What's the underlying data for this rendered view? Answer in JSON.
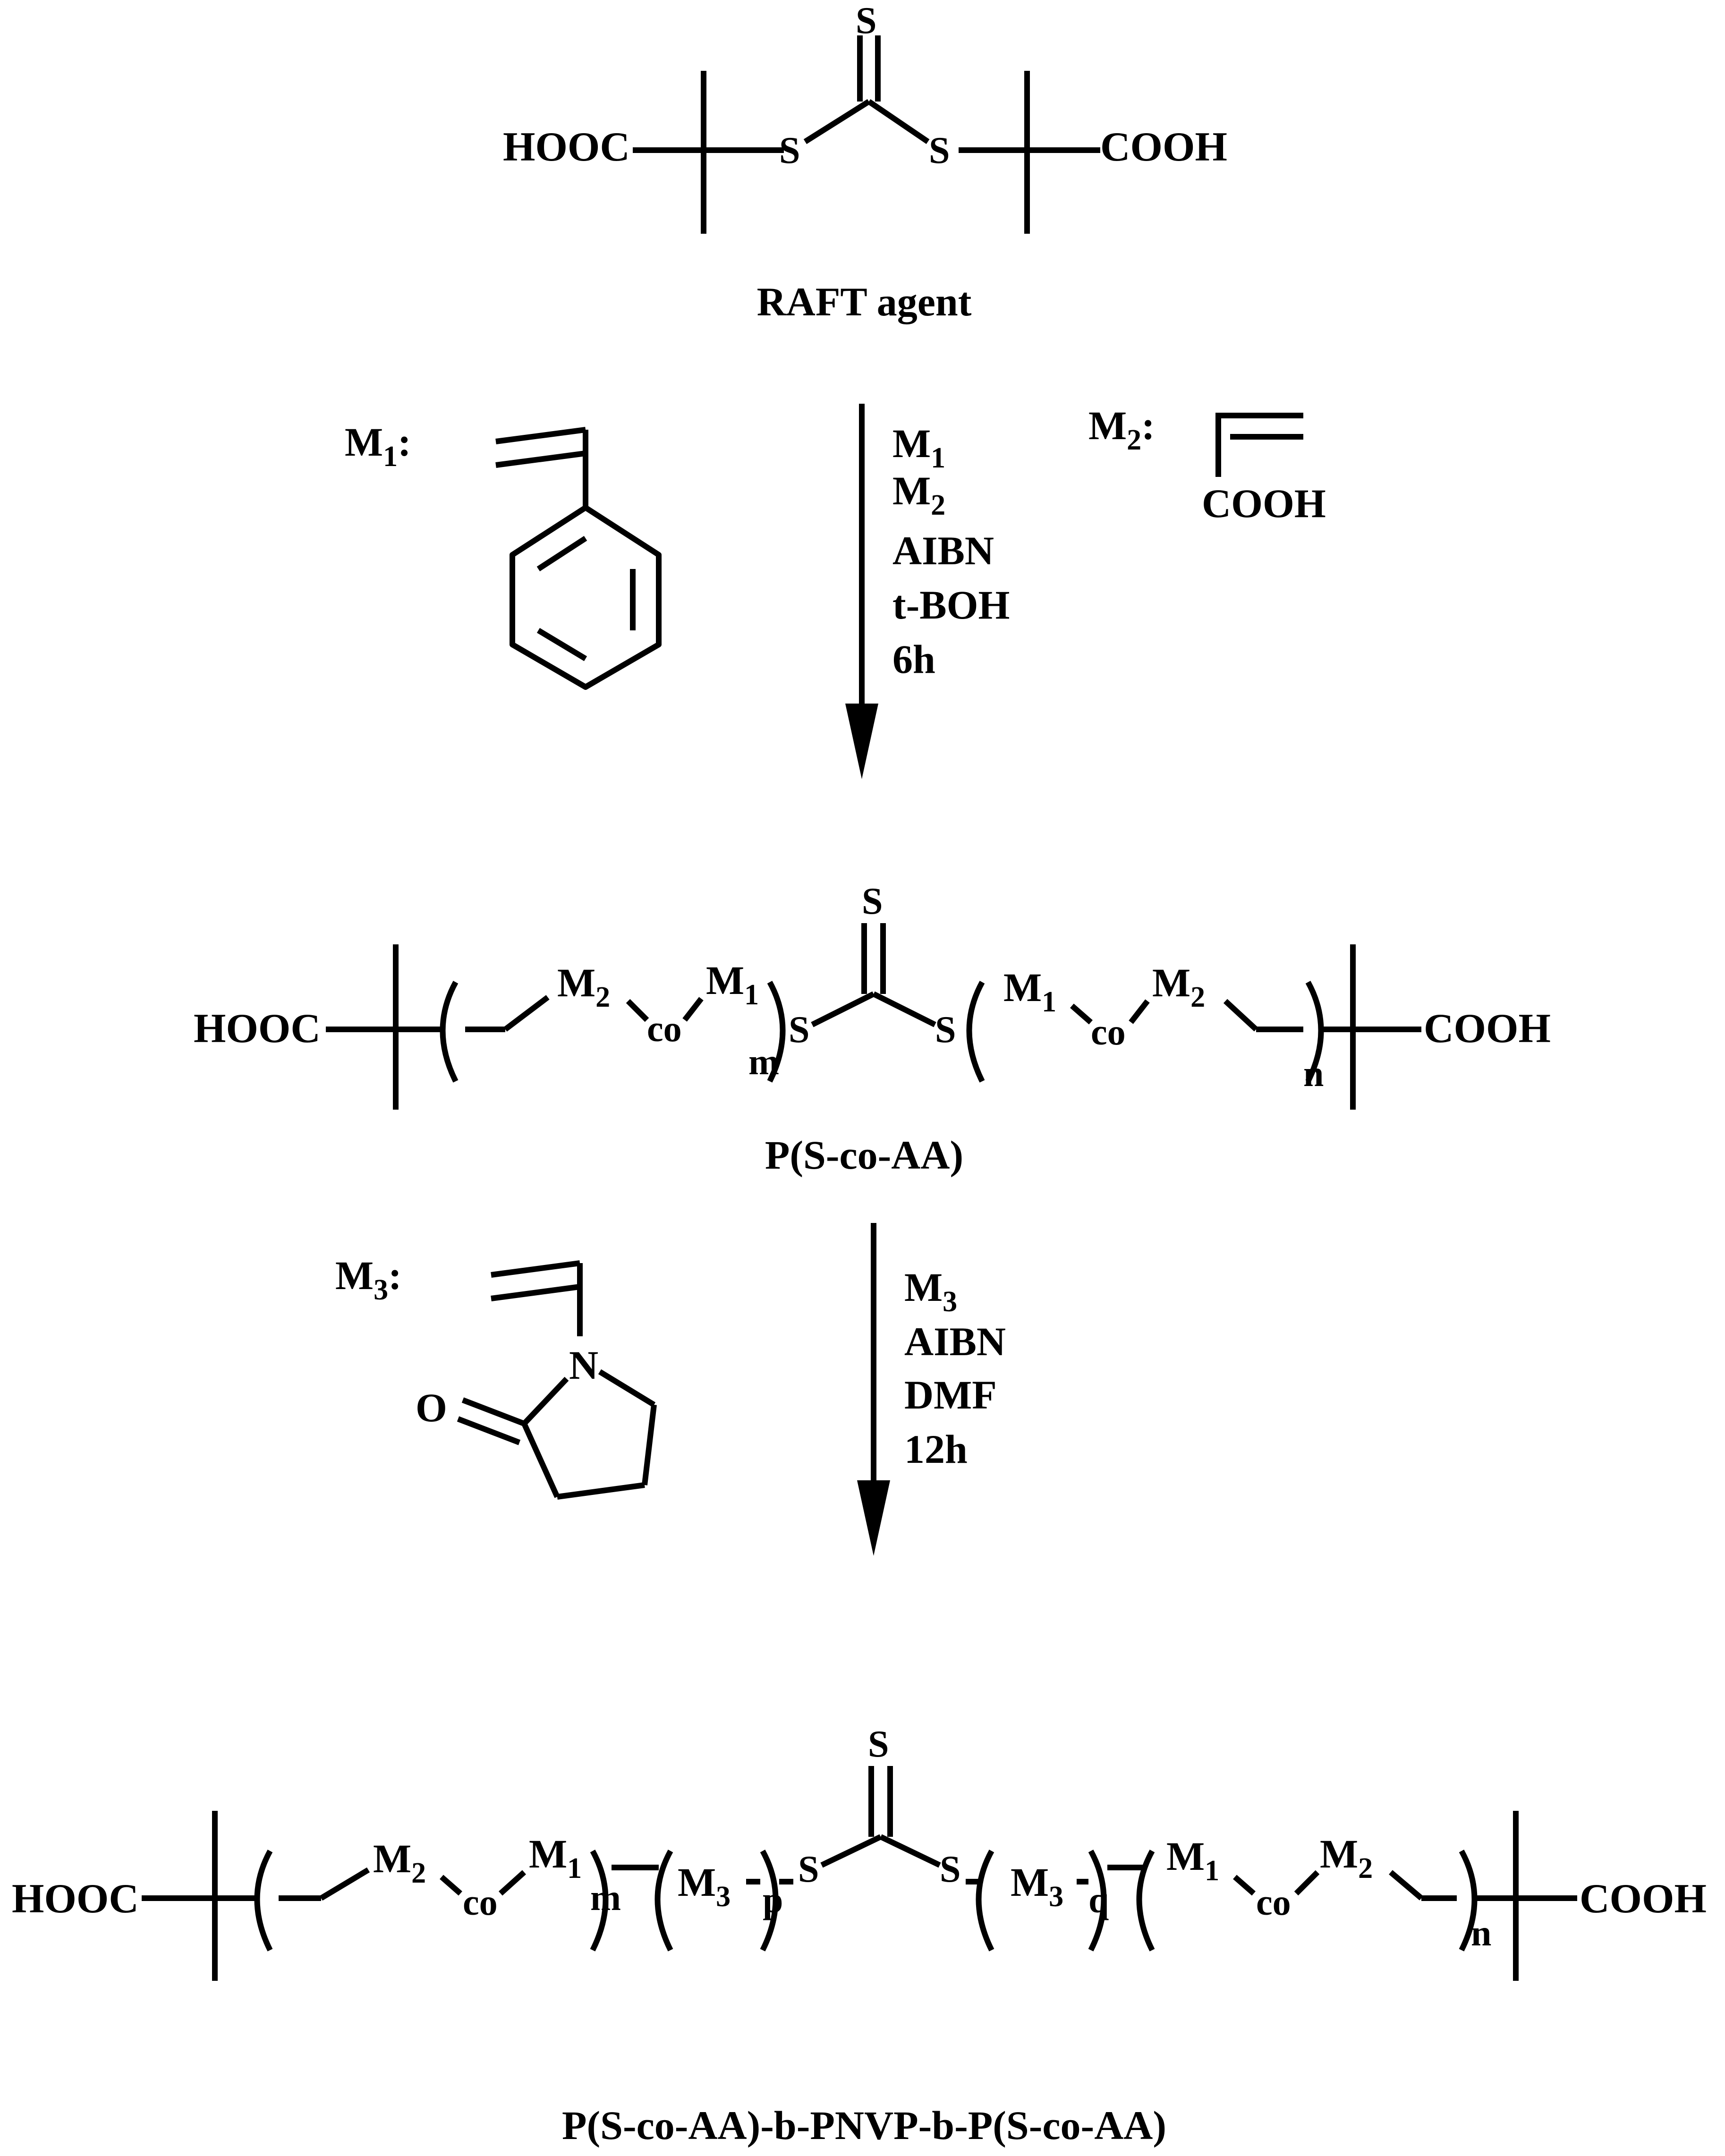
{
  "raft_agent": {
    "left_end": "HOOC",
    "right_end": "COOH",
    "thio_s_left": "S",
    "thio_s_right": "S",
    "thio_s_top": "S",
    "caption": "RAFT agent"
  },
  "step1": {
    "m1_label": "M",
    "m1_sub": "1",
    "m1_colon": ":",
    "m2_label": "M",
    "m2_sub": "2",
    "m2_colon": ":",
    "m2_group": "COOH",
    "conditions": [
      {
        "text": "M",
        "sub": "1"
      },
      {
        "text": "M",
        "sub": "2"
      },
      {
        "text": "AIBN",
        "sub": ""
      },
      {
        "text": "t-BOH",
        "sub": ""
      },
      {
        "text": "6h",
        "sub": ""
      }
    ]
  },
  "product1": {
    "left_end": "HOOC",
    "right_end": "COOH",
    "s_top": "S",
    "s_left": "S",
    "s_right": "S",
    "m": "M",
    "sub1": "1",
    "sub2": "2",
    "co": "co",
    "index_left": "m",
    "index_right": "n",
    "caption": "P(S-co-AA)"
  },
  "step2": {
    "m3_label": "M",
    "m3_sub": "3",
    "m3_colon": ":",
    "n_atom": "N",
    "o_atom": "O",
    "conditions": [
      {
        "text": "M",
        "sub": "3"
      },
      {
        "text": "AIBN",
        "sub": ""
      },
      {
        "text": "DMF",
        "sub": ""
      },
      {
        "text": "12h",
        "sub": ""
      }
    ]
  },
  "product2": {
    "left_end": "HOOC",
    "right_end": "COOH",
    "s_top": "S",
    "s_left": "S",
    "s_right": "S",
    "m": "M",
    "sub1": "1",
    "sub2": "2",
    "sub3": "3",
    "co": "co",
    "index_m": "m",
    "index_p": "p",
    "index_q": "q",
    "index_n": "n",
    "caption": "P(S-co-AA)-b-PNVP-b-P(S-co-AA)"
  }
}
